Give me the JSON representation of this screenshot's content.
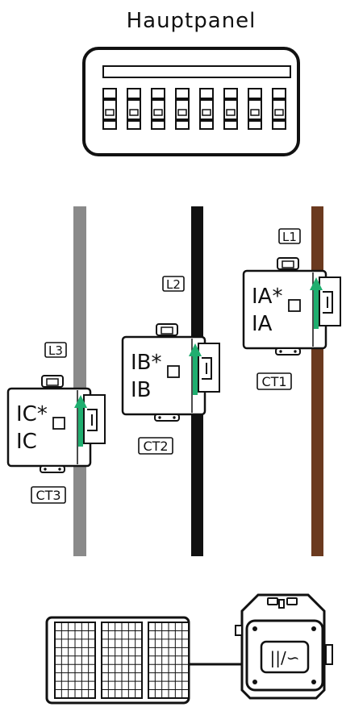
{
  "title": "Hauptpanel",
  "colors": {
    "line_black": "#111111",
    "wire_l3": "#8a8a8a",
    "wire_l2": "#111111",
    "wire_l1": "#6b3a1f",
    "arrow": "#1fae6f"
  },
  "icons": {
    "panel": "breaker-panel-icon",
    "solar": "solar-panel-icon",
    "inverter": "microinverter-icon"
  },
  "wires": [
    {
      "line_label": "L3",
      "ct_label": "CT3",
      "clamp_star_text": "IC*",
      "clamp_text": "IC"
    },
    {
      "line_label": "L2",
      "ct_label": "CT2",
      "clamp_star_text": "IB*",
      "clamp_text": "IB"
    },
    {
      "line_label": "L1",
      "ct_label": "CT1",
      "clamp_star_text": "IA*",
      "clamp_text": "IA"
    }
  ],
  "inverter": {
    "symbol_text": "||/∽"
  }
}
